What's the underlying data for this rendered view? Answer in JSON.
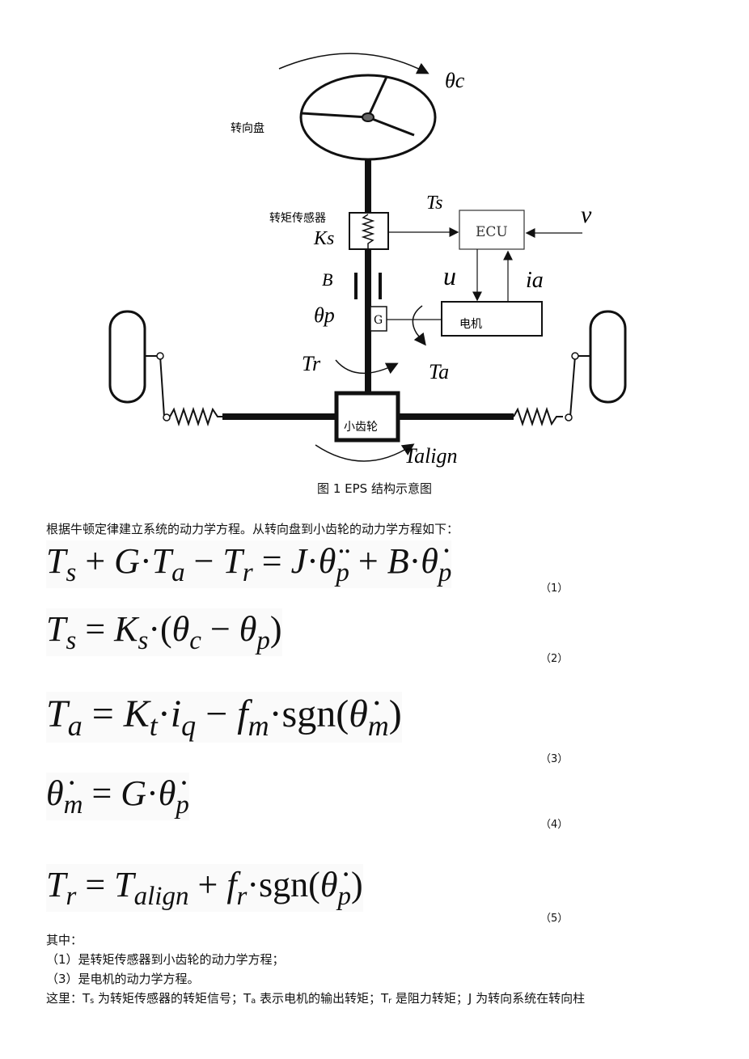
{
  "figure": {
    "labels": {
      "steering_wheel": "转向盘",
      "torque_sensor": "转矩传感器",
      "motor": "电机",
      "pinion": "小齿轮",
      "ecu": "ECU",
      "gear": "G",
      "theta_c": "θc",
      "Ts": "Ts",
      "Ks": "Ks",
      "v": "v",
      "B": "B",
      "u": "u",
      "ia": "ia",
      "theta_p": "θp",
      "Tr": "Tr",
      "Ta": "Ta",
      "Talign": "Talign"
    },
    "caption": "图 1 EPS 结构示意图"
  },
  "intro": "根据牛顿定律建立系统的动力学方程。从转向盘到小齿轮的动力学方程如下：",
  "equations": [
    {
      "number": "（1）"
    },
    {
      "number": "（2）"
    },
    {
      "number": "（3）"
    },
    {
      "number": "（4）"
    },
    {
      "number": "（5）"
    }
  ],
  "notes": {
    "heading": "其中：",
    "line1": "（1）是转矩传感器到小齿轮的动力学方程；",
    "line2": "（3）是电机的动力学方程。",
    "line3_a": "这里：T",
    "line3_a_sub": "s",
    "line3_b": " 为转矩传感器的转矩信号；T",
    "line3_b_sub": "a",
    "line3_c": " 表示电机的输出转矩；T",
    "line3_c_sub": "r",
    "line3_d": " 是阻力转矩；J 为转向系统在转向柱"
  }
}
